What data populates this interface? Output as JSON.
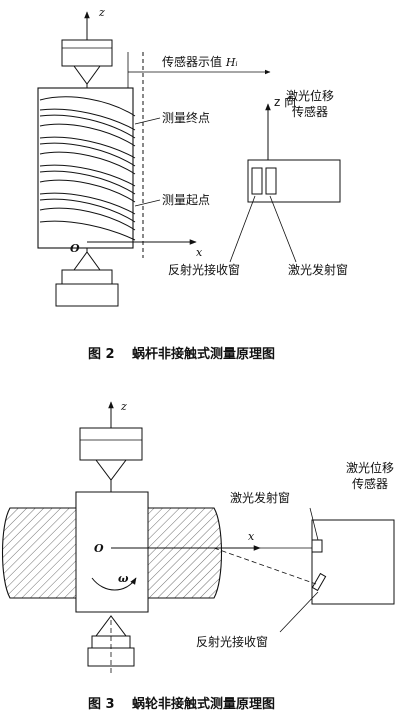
{
  "figure2": {
    "axis_z": "z",
    "axis_x": "x",
    "origin": "O",
    "sensor_value_label": "传感器示值 ",
    "sensor_value_symbol": "Hᵢ",
    "z_dir_label": "z 向",
    "end_point_label": "测量终点",
    "start_point_label": "测量起点",
    "sensor_line1": "激光位移",
    "sensor_line2": "传感器",
    "receive_window": "反射光接收窗",
    "emit_window": "激光发射窗",
    "caption_num": "图 2",
    "caption_text": "蜗杆非接触式测量原理图"
  },
  "figure3": {
    "axis_z": "z",
    "axis_x": "x",
    "origin": "O",
    "omega": "ω",
    "sensor_line1": "激光位移",
    "sensor_line2": "传感器",
    "emit_window": "激光发射窗",
    "receive_window": "反射光接收窗",
    "caption_num": "图 3",
    "caption_text": "蜗轮非接触式测量原理图"
  }
}
